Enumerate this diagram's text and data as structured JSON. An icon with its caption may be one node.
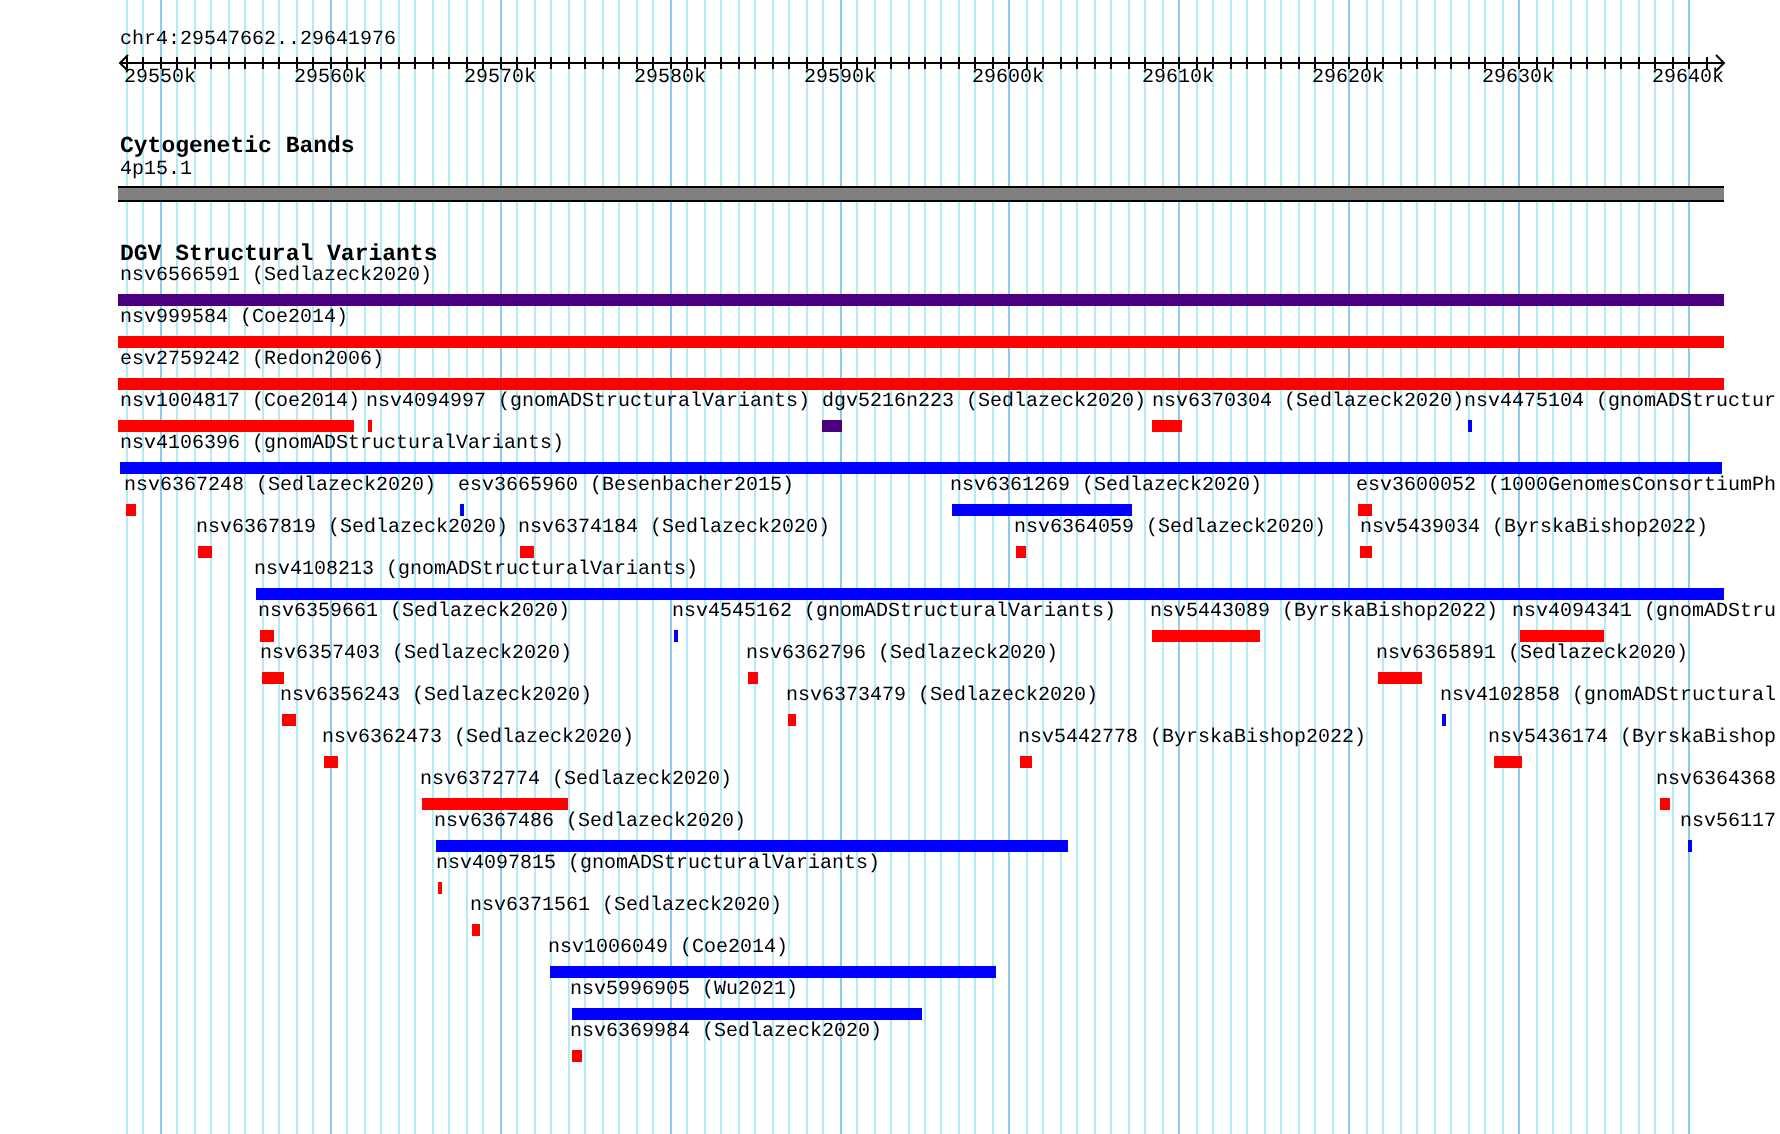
{
  "diagram": {
    "nodes": [
      {
        "text": [
          "4p15.1"
        ]
      },
      {
        "text": [
          "nsv6566591 (Sedlazeck2020)"
        ]
      },
      {
        "text": [
          "nsv999584 (Coe2014)"
        ]
      },
      {
        "text": [
          "esv2759242 (Redon2006)"
        ]
      },
      {
        "text": [
          "nsv1004817 (Coe2014)"
        ]
      },
      {
        "text": [
          "nsv4094997 (gnomADStructuralVariants)"
        ]
      },
      {
        "text": [
          "dgv5216n223 (Sedlazeck2020)"
        ]
      },
      {
        "text": [
          "nsv6370304 (Sedlazeck2020)"
        ]
      },
      {
        "text": [
          "nsv4475104 (gnomADStructur"
        ]
      },
      {
        "text": [
          "nsv4106396 (gnomADStructuralVariants)"
        ]
      },
      {
        "text": [
          "nsv6367248 (Sedlazeck2020)"
        ]
      },
      {
        "text": [
          "esv3665960 (Besenbacher2015)"
        ]
      },
      {
        "text": [
          "nsv6361269 (Sedlazeck2020)"
        ]
      },
      {
        "text": [
          "esv3600052 (1000GenomesConsortiumPh"
        ]
      },
      {
        "text": [
          "nsv6367819 (Sedlazeck2020)"
        ]
      },
      {
        "text": [
          "nsv6374184 (Sedlazeck2020)"
        ]
      },
      {
        "text": [
          "nsv6364059 (Sedlazeck2020)"
        ]
      },
      {
        "text": [
          "nsv5439034 (ByrskaBishop2022)"
        ]
      },
      {
        "text": [
          "nsv4108213 (gnomADStructuralVariants)"
        ]
      },
      {
        "text": [
          "nsv6359661 (Sedlazeck2020)"
        ]
      },
      {
        "text": [
          "nsv4545162 (gnomADStructuralVariants)"
        ]
      },
      {
        "text": [
          "nsv5443089 (ByrskaBishop2022)"
        ]
      },
      {
        "text": [
          "nsv4094341 (gnomADStru"
        ]
      },
      {
        "text": [
          "nsv6357403 (Sedlazeck2020)"
        ]
      },
      {
        "text": [
          "nsv6362796 (Sedlazeck2020)"
        ]
      },
      {
        "text": [
          "nsv6365891 (Sedlazeck2020)"
        ]
      },
      {
        "text": [
          "nsv6356243 (Sedlazeck2020)"
        ]
      },
      {
        "text": [
          "nsv6373479 (Sedlazeck2020)"
        ]
      },
      {
        "text": [
          "nsv4102858 (gnomADStructural"
        ]
      },
      {
        "text": [
          "nsv6362473 (Sedlazeck2020)"
        ]
      },
      {
        "text": [
          "nsv5442778 (ByrskaBishop2022)"
        ]
      },
      {
        "text": [
          "nsv5436174 (ByrskaBishop"
        ]
      },
      {
        "text": [
          "nsv6372774 (Sedlazeck2020)"
        ]
      },
      {
        "text": [
          "nsv6364368"
        ]
      },
      {
        "text": [
          "nsv6367486 (Sedlazeck2020)"
        ]
      },
      {
        "text": [
          "nsv56117"
        ]
      },
      {
        "text": [
          "nsv4097815 (gnomADStructuralVariants)"
        ]
      },
      {
        "text": [
          "nsv6371561 (Sedlazeck2020)"
        ]
      },
      {
        "text": [
          "nsv1006049 (Coe2014)"
        ]
      },
      {
        "text": [
          "nsv5996905 (Wu2021)"
        ]
      },
      {
        "text": [
          "nsv6369984 (Sedlazeck2020)"
        ]
      }
    ],
    "labels": [
      "chr4:29547662..29641976",
      "29550k",
      "29560k",
      "29570k",
      "29580k",
      "29590k",
      "29600k",
      "29610k",
      "29620k",
      "29630k",
      "29640k",
      "Cytogenetic Bands",
      "DGV Structural Variants"
    ]
  }
}
